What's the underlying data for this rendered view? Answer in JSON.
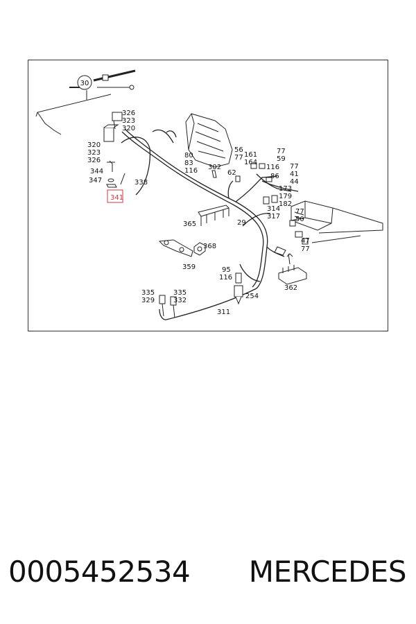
{
  "diagram": {
    "callout": "30",
    "highlighted_part": "341",
    "labels": [
      "326",
      "323",
      "320",
      "320",
      "323",
      "326",
      "344",
      "347",
      "338",
      "80",
      "83",
      "116",
      "302",
      "56",
      "77",
      "62",
      "161",
      "164",
      "77",
      "59",
      "116",
      "86",
      "77",
      "41",
      "44",
      "173",
      "179",
      "182",
      "314",
      "317",
      "29",
      "77",
      "50",
      "47",
      "77",
      "365",
      "368",
      "359",
      "95",
      "116",
      "254",
      "362",
      "335",
      "329",
      "335",
      "332",
      "311"
    ]
  },
  "footer": {
    "part_number": "0005452534",
    "brand": "MERCEDES"
  }
}
